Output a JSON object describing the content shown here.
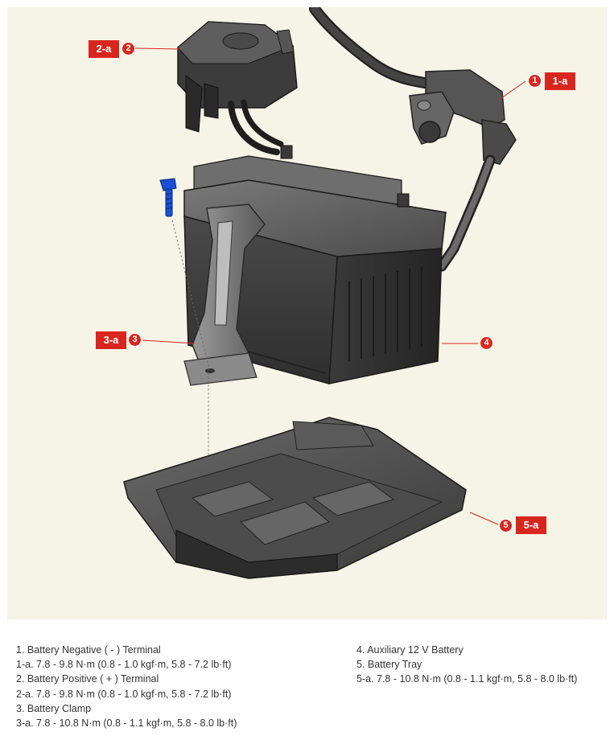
{
  "callouts": {
    "c1": {
      "num": "1",
      "tag": "1-a"
    },
    "c2": {
      "num": "2",
      "tag": "2-a"
    },
    "c3": {
      "num": "3",
      "tag": "3-a"
    },
    "c4": {
      "num": "4"
    },
    "c5": {
      "num": "5",
      "tag": "5-a"
    }
  },
  "legend": {
    "left": [
      "1. Battery Negative ( - ) Terminal",
      "1-a. 7.8 - 9.8 N·m (0.8 - 1.0 kgf·m, 5.8 - 7.2 lb·ft)",
      "2. Battery Positive ( + ) Terminal",
      "2-a. 7.8 - 9.8 N·m (0.8 - 1.0 kgf·m, 5.8 - 7.2 lb·ft)",
      "3. Battery Clamp",
      "3-a. 7.8 - 10.8 N·m (0.8 - 1.1 kgf·m, 5.8 - 8.0 lb·ft)"
    ],
    "right": [
      "4. Auxiliary 12 V Battery",
      "5. Battery Tray",
      "5-a. 7.8 - 10.8 N·m (0.8 - 1.1 kgf·m, 5.8 - 8.0 lb·ft)"
    ]
  },
  "colors": {
    "callout_red": "#d8261f",
    "background": "#f6f4e6",
    "bolt_blue": "#1a4fd6"
  }
}
